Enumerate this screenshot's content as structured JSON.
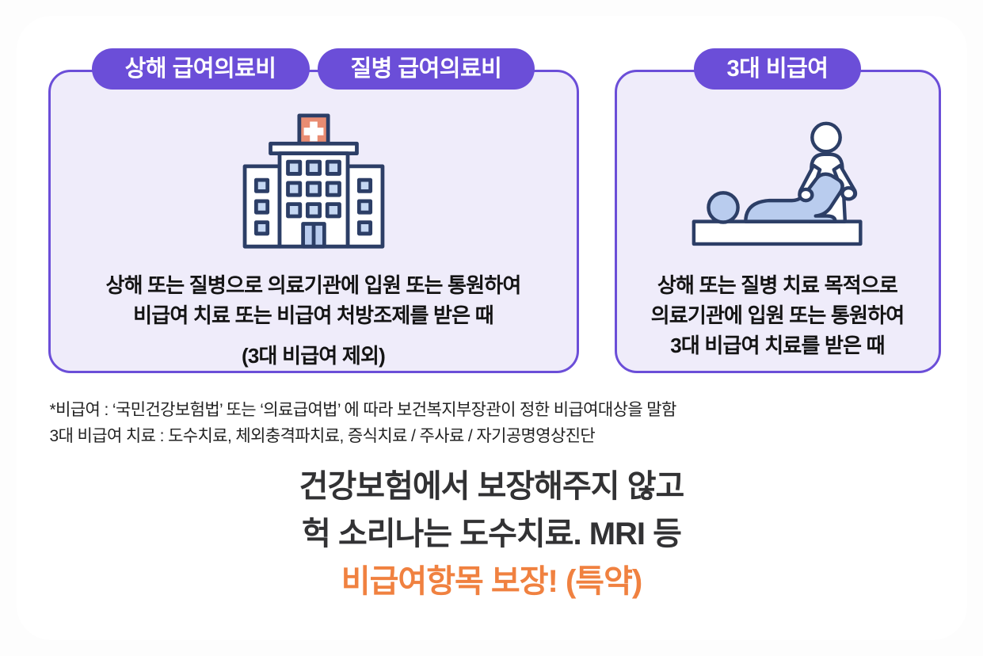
{
  "colors": {
    "accent_purple": "#6b4ed8",
    "card_background": "#efecfa",
    "headline_orange": "#f08140",
    "icon_outline_navy": "#2c3e66",
    "icon_window_blue": "#c5d7f2",
    "icon_body_blue": "#b9ccee",
    "icon_sign_salmon": "#e98c72"
  },
  "cards": {
    "left": {
      "badges": [
        "상해 급여의료비",
        "질병 급여의료비"
      ],
      "icon": "hospital-icon",
      "lines": [
        "상해 또는 질병으로 의료기관에 입원 또는 통원하여",
        "비급여 치료 또는 비급여 처방조제를 받은 때"
      ],
      "note": "(3대 비급여 제외)"
    },
    "right": {
      "badges": [
        "3대 비급여"
      ],
      "icon": "physical-therapy-icon",
      "lines": [
        "상해 또는 질병 치료 목적으로",
        "의료기관에 입원 또는 통원하여",
        "3대 비급여 치료를 받은 때"
      ]
    }
  },
  "footnote": {
    "line1": "*비급여 : ‘국민건강보험법’ 또는 ‘의료급여법’ 에 따라 보건복지부장관이 정한 비급여대상을 말함",
    "line2": "3대 비급여 치료 : 도수치료, 체외충격파치료, 증식치료 / 주사료 / 자기공명영상진단"
  },
  "headline": {
    "line1": "건강보험에서 보장해주지 않고",
    "line2": "헉 소리나는 도수치료. MRI 등",
    "line3": "비급여항목 보장! (특약)"
  }
}
